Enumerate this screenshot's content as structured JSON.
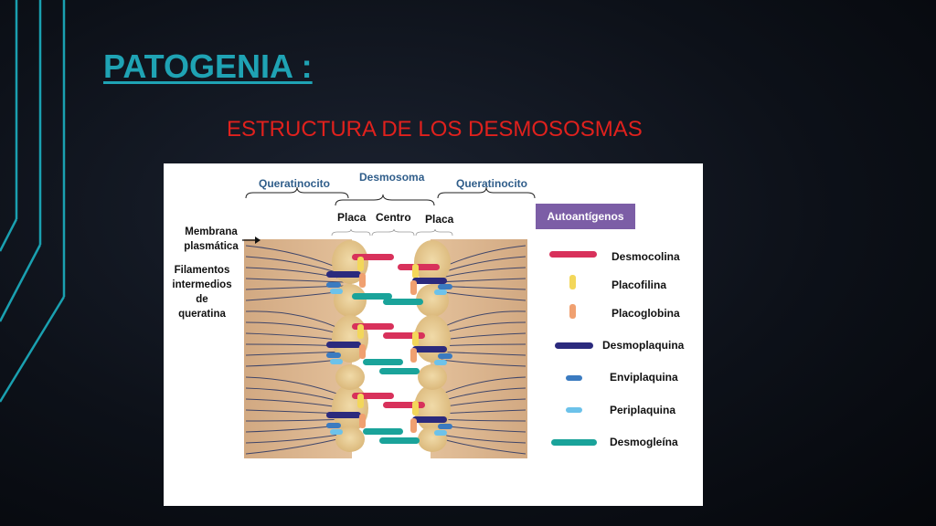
{
  "slide": {
    "title": "PATOGENIA :",
    "subtitle": "ESTRUCTURA DE LOS DESMOSOSMAS"
  },
  "diagram": {
    "top_labels": {
      "left_cell": "Queratinocito",
      "desmosome": "Desmosoma",
      "right_cell": "Queratinocito"
    },
    "sub_labels": {
      "plaque_left": "Placa",
      "center": "Centro",
      "plaque_right": "Placa"
    },
    "side_labels": {
      "membrane_line1": "Membrana",
      "membrane_line2": "plasmática",
      "filaments_line1": "Filamentos",
      "filaments_line2": "intermedios",
      "filaments_line3": "de",
      "filaments_line4": "queratina"
    },
    "legend": {
      "title": "Autoantígenos",
      "items": [
        {
          "label": "Desmocolina",
          "color": "#d8315b",
          "icon": "long-red-rod"
        },
        {
          "label": "Placofilina",
          "color": "#f3d75a",
          "icon": "short-yellow-rod"
        },
        {
          "label": "Placoglobina",
          "color": "#f0a070",
          "icon": "short-orange-rod"
        },
        {
          "label": "Desmoplaquina",
          "color": "#2b2a7d",
          "icon": "long-navy-rod"
        },
        {
          "label": "Enviplaquina",
          "color": "#3b7bc0",
          "icon": "small-blue-rod"
        },
        {
          "label": "Periplaquina",
          "color": "#6cc2ea",
          "icon": "small-lightblue-rod"
        },
        {
          "label": "Desmogleína",
          "color": "#1aa39a",
          "icon": "long-teal-rod"
        }
      ]
    }
  },
  "colors": {
    "accent_teal": "#1fa3b4",
    "subtitle_red": "#e0211d",
    "cell_tan": "#d9b48f",
    "plaque_beige": "#e6cc95",
    "filament_navy": "#2f3a66",
    "badge_purple": "#7c5ea6"
  }
}
